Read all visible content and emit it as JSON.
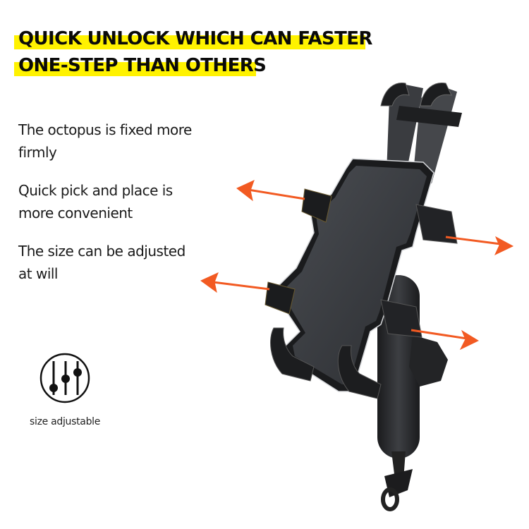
{
  "headline": {
    "line1": "QUICK UNLOCK WHICH CAN FASTER",
    "line2": "ONE-STEP THAN OTHERS",
    "highlight_color": "#fff200"
  },
  "features": [
    {
      "line1": "The octopus is fixed more",
      "line2": "firmly"
    },
    {
      "line1": "Quick pick and place is",
      "line2": "more convenient"
    },
    {
      "line1": "The size can be adjusted",
      "line2": "at will"
    }
  ],
  "badge": {
    "icon": "sliders-adjust-icon",
    "caption": "size adjustable"
  },
  "product": {
    "name": "octopus phone holder mount",
    "arrow_color": "#f25a22",
    "body_color": "#2e3034"
  }
}
